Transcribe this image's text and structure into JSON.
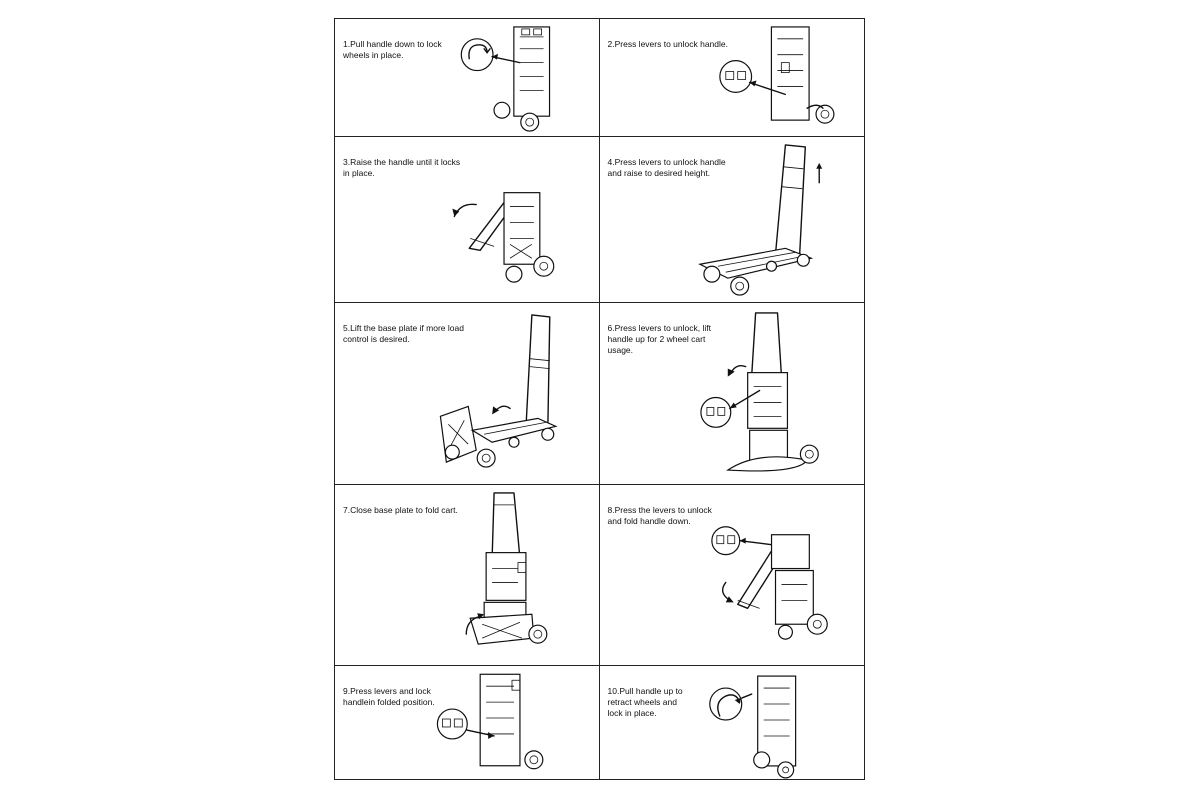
{
  "steps": [
    {
      "num": "1.",
      "text": "Pull handle down to lock\nwheels in place."
    },
    {
      "num": "2.",
      "text": "Press levers to unlock handle."
    },
    {
      "num": "3.",
      "text": "Raise the handle until it locks\nin place."
    },
    {
      "num": "4.",
      "text": "Press levers to unlock handle\nand raise to desired height."
    },
    {
      "num": "5.",
      "text": "Lift the base plate if more load\ncontrol is desired."
    },
    {
      "num": "6.",
      "text": "Press levers to unlock, lift\nhandle up for 2 wheel cart\nusage."
    },
    {
      "num": "7.",
      "text": "Close base plate to fold cart."
    },
    {
      "num": "8.",
      "text": "Press the levers to unlock\nand fold handle down."
    },
    {
      "num": "9.",
      "text": "Press levers and lock\nhandlein folded position."
    },
    {
      "num": "10.",
      "text": "Pull handle up to\nretract wheels and\nlock in place."
    }
  ]
}
